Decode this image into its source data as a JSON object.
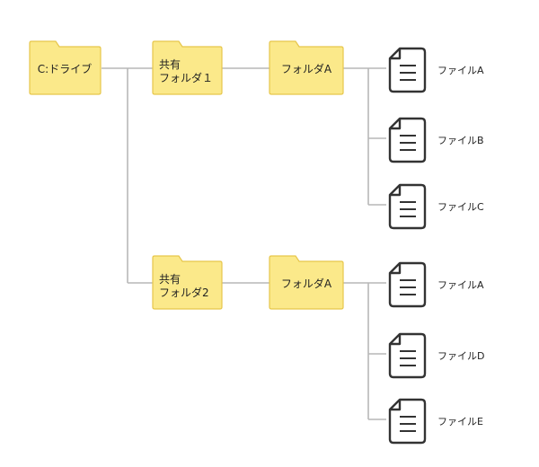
{
  "tree": {
    "root": {
      "label": "C:ドライブ"
    },
    "shared1": {
      "line1": "共有",
      "line2": "フォルダ１"
    },
    "shared2": {
      "line1": "共有",
      "line2": "フォルダ2"
    },
    "folder_a_1": {
      "label": "フォルダA"
    },
    "folder_a_2": {
      "label": "フォルダA"
    },
    "files_group1": [
      "ファイルA",
      "ファイルB",
      "ファイルC"
    ],
    "files_group2": [
      "ファイルA",
      "ファイルD",
      "ファイルE"
    ]
  },
  "colors": {
    "folder_fill": "#fbe98a",
    "folder_border": "#e7c64b",
    "connector": "#b7b7b7",
    "document_icon": "#333333"
  },
  "icons": {
    "folder": "folder-icon",
    "file": "document-icon"
  }
}
